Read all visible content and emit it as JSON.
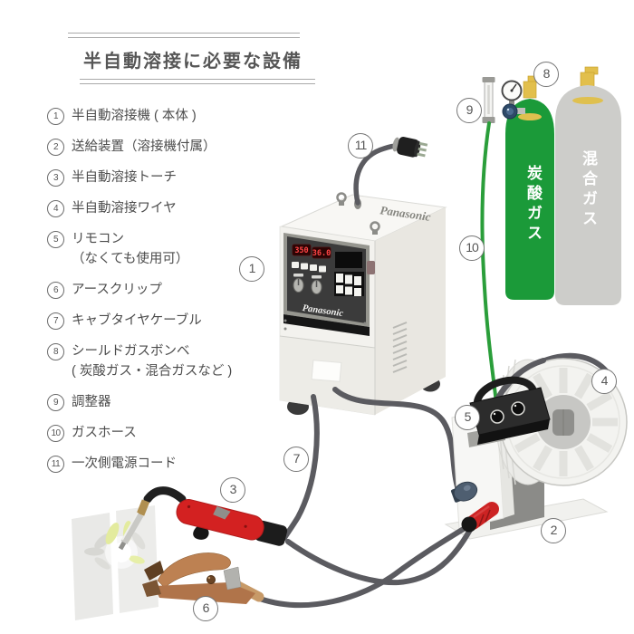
{
  "title": "半自動溶接に必要な設備",
  "equipment_list": [
    {
      "num": "1",
      "label": "半自動溶接機 ( 本体 )",
      "note": ""
    },
    {
      "num": "2",
      "label": "送給装置（溶接機付属）",
      "note": ""
    },
    {
      "num": "3",
      "label": "半自動溶接トーチ",
      "note": ""
    },
    {
      "num": "4",
      "label": "半自動溶接ワイヤ",
      "note": ""
    },
    {
      "num": "5",
      "label": "リモコン",
      "note": "（なくても使用可）"
    },
    {
      "num": "6",
      "label": "アースクリップ",
      "note": ""
    },
    {
      "num": "7",
      "label": "キャブタイヤケーブル",
      "note": ""
    },
    {
      "num": "8",
      "label": "シールドガスボンベ",
      "note": "( 炭酸ガス・混合ガスなど )"
    },
    {
      "num": "9",
      "label": "調整器",
      "note": ""
    },
    {
      "num": "10",
      "label": "ガスホース",
      "note": ""
    },
    {
      "num": "11",
      "label": "一次側電源コード",
      "note": ""
    }
  ],
  "diagram": {
    "callouts": {
      "machine": "1",
      "feeder": "2",
      "torch": "3",
      "wire": "4",
      "remote": "5",
      "clip": "6",
      "cable": "7",
      "bottle": "8",
      "regulator": "9",
      "hose": "10",
      "cord": "11"
    },
    "machine": {
      "brand_side": "Panasonic",
      "brand_front": "Panasonic",
      "display_left": "350",
      "display_right": "36.0"
    },
    "cylinders": {
      "co2": "炭酸ガス",
      "mixed": "混合ガス"
    },
    "colors": {
      "co2_green": "#1b9a39",
      "mixed_gray": "#cdcdca",
      "valve_yellow": "#e2bf4c",
      "hose_green": "#2a9e3a",
      "torch_red": "#d32121",
      "clip_copper": "#bd8152",
      "cable_gray": "#5b5b60",
      "display_red": "#ff4545"
    }
  }
}
